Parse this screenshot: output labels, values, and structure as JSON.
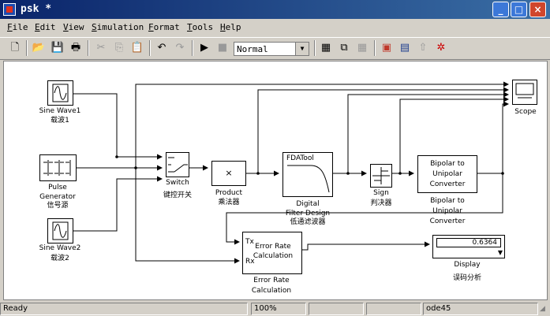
{
  "window": {
    "title": "psk *",
    "controls": [
      "minimize-icon",
      "maximize-icon",
      "close-icon"
    ]
  },
  "menu": {
    "items": [
      {
        "name": "file",
        "first": "F",
        "rest": "ile"
      },
      {
        "name": "edit",
        "first": "E",
        "rest": "dit"
      },
      {
        "name": "view",
        "first": "V",
        "rest": "iew"
      },
      {
        "name": "simulation",
        "first": "S",
        "rest": "imulation"
      },
      {
        "name": "format",
        "first": "F",
        "rest": "ormat"
      },
      {
        "name": "tools",
        "first": "T",
        "rest": "ools"
      },
      {
        "name": "help",
        "first": "H",
        "rest": "elp"
      }
    ]
  },
  "toolbar": {
    "icons": [
      "new-icon",
      "open-icon",
      "save-icon",
      "print-icon",
      "cut-icon",
      "copy-icon",
      "paste-icon",
      "undo-icon",
      "redo-icon",
      "start-icon",
      "stop-icon",
      "build-icon",
      "update-icon",
      "refresh-icon",
      "library-browser-icon",
      "model-explorer-icon",
      "go-to-parent-icon",
      "debug-icon"
    ],
    "sim_mode": "Normal"
  },
  "blocks": {
    "sine1": {
      "name": "Sine Wave1",
      "cn": "载波1"
    },
    "pulse": {
      "name1": "Pulse",
      "name2": "Generator",
      "cn": "信号源"
    },
    "sine2": {
      "name": "Sine Wave2",
      "cn": "载波2"
    },
    "switch": {
      "name": "Switch",
      "cn": "键控开关"
    },
    "product": {
      "name": "Product",
      "cn": "乘法器",
      "symbol": "×"
    },
    "filter": {
      "inner": "FDATool",
      "name1": "Digital",
      "name2": "Filter Design",
      "cn": "低通滤波器"
    },
    "sign": {
      "name": "Sign",
      "cn": "判决器"
    },
    "converter": {
      "inner1": "Bipolar to",
      "inner2": "Unipolar",
      "inner3": "Converter",
      "name1": "Bipolar to",
      "name2": "Unipolar",
      "name3": "Converter"
    },
    "scope": {
      "name": "Scope"
    },
    "errrate": {
      "tx": "Tx",
      "rx": "Rx",
      "inner1": "Error Rate",
      "inner2": "Calculation",
      "name1": "Error Rate",
      "name2": "Calculation"
    },
    "display": {
      "value": "0.6364",
      "name": "Display",
      "cn": "误码分析"
    }
  },
  "status": {
    "state": "Ready",
    "zoom": "100%",
    "solver": "ode45"
  }
}
